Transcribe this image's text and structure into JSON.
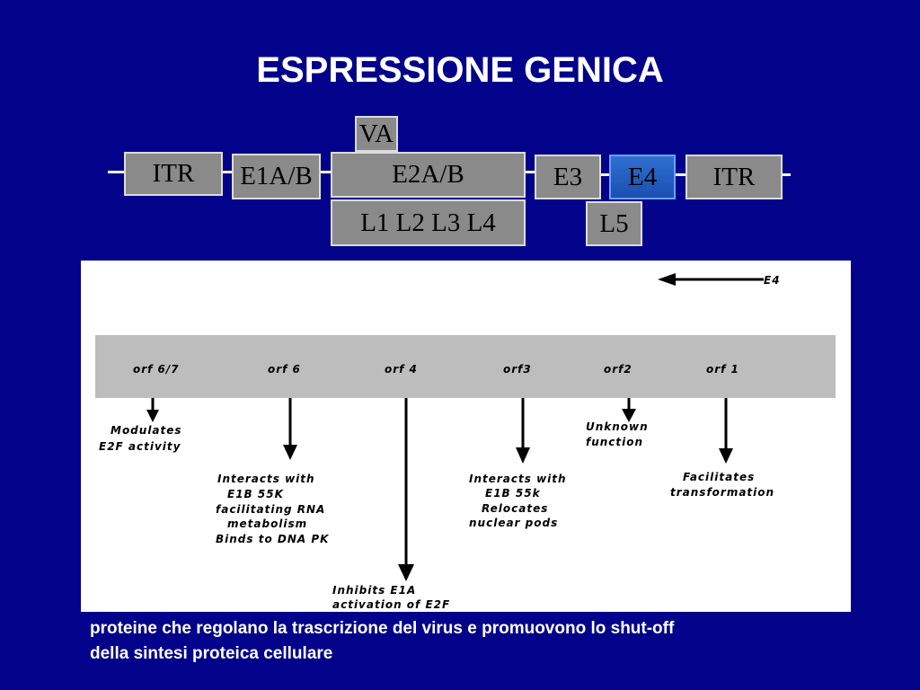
{
  "title": "ESPRESSIONE GENICA",
  "genome_map": {
    "va": "VA",
    "itr_left": "ITR",
    "e1ab": "E1A/B",
    "e2ab": "E2A/B",
    "e3": "E3",
    "e4": "E4",
    "itr_right": "ITR",
    "late_l1_l4": "L1 L2 L3 L4",
    "late_l5": "L5"
  },
  "figure": {
    "direction_label": "E4",
    "orfs": [
      {
        "name": "orf 6/7",
        "function_lines": [
          "Modulates",
          "E2F  activity"
        ]
      },
      {
        "name": "orf 6",
        "function_lines": [
          "Interacts with",
          "E1B  55K",
          "facilitating RNA",
          "metabolism",
          "Binds to DNA PK"
        ]
      },
      {
        "name": "orf 4",
        "function_lines": [
          "Inhibits  E1A",
          "activation of E2F"
        ]
      },
      {
        "name": "orf3",
        "function_lines": [
          "Interacts with",
          "E1B 55k",
          "Relocates",
          "nuclear pods"
        ]
      },
      {
        "name": "orf2",
        "function_lines": [
          "Unknown",
          "function"
        ]
      },
      {
        "name": "orf 1",
        "function_lines": [
          "Facilitates",
          "transformation"
        ]
      }
    ]
  },
  "caption": {
    "line1": "proteine che regolano la trascrizione del virus e promuovono lo shut-off",
    "line2": "della sintesi proteica cellulare"
  },
  "colors": {
    "background": "#02028a",
    "gene_box": "#8a8a8a",
    "highlight_box": "#2f6fd1"
  }
}
